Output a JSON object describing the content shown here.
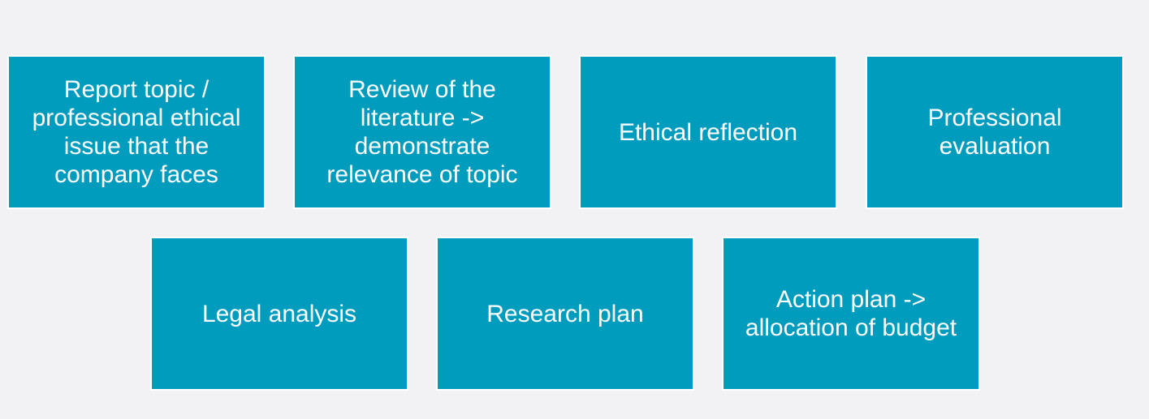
{
  "boxes": [
    {
      "label": "Report topic /\nprofessional ethical\nissue that the\ncompany faces"
    },
    {
      "label": "Review of the\nliterature ->\ndemonstrate\nrelevance of topic"
    },
    {
      "label": "Ethical reflection"
    },
    {
      "label": "Professional\nevaluation"
    },
    {
      "label": "Legal analysis"
    },
    {
      "label": "Research plan"
    },
    {
      "label": "Action plan ->\nallocation of budget"
    }
  ],
  "colors": {
    "box_fill": "#009cbe",
    "box_border": "#ffffff",
    "background": "#f2f2f4",
    "text": "#ffffff"
  }
}
